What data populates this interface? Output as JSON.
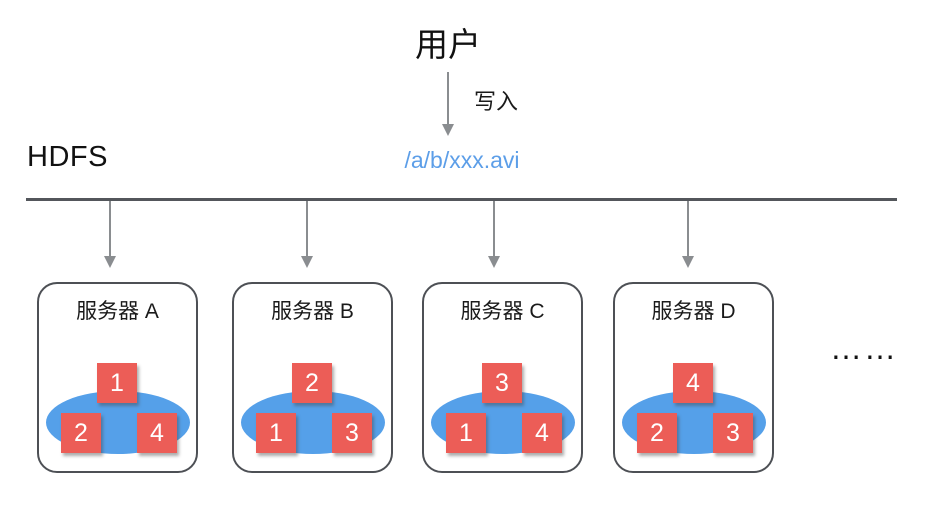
{
  "diagram": {
    "user_label": "用户",
    "write_label": "写入",
    "hdfs_label": "HDFS",
    "file_path": "/a/b/xxx.avi",
    "ellipsis": "……"
  },
  "servers": [
    {
      "name": "服务器 A",
      "blocks": [
        "1",
        "2",
        "4"
      ]
    },
    {
      "name": "服务器 B",
      "blocks": [
        "2",
        "1",
        "3"
      ]
    },
    {
      "name": "服务器 C",
      "blocks": [
        "3",
        "1",
        "4"
      ]
    },
    {
      "name": "服务器 D",
      "blocks": [
        "4",
        "2",
        "3"
      ]
    }
  ],
  "colors": {
    "block_red": "#EC5D57",
    "ellipse_blue": "#55A0E9",
    "file_path_blue": "#5C9EE8",
    "bus_line_gray": "#53565B",
    "arrow_gray": "#8A8D90",
    "card_border_gray": "#4D5055"
  }
}
